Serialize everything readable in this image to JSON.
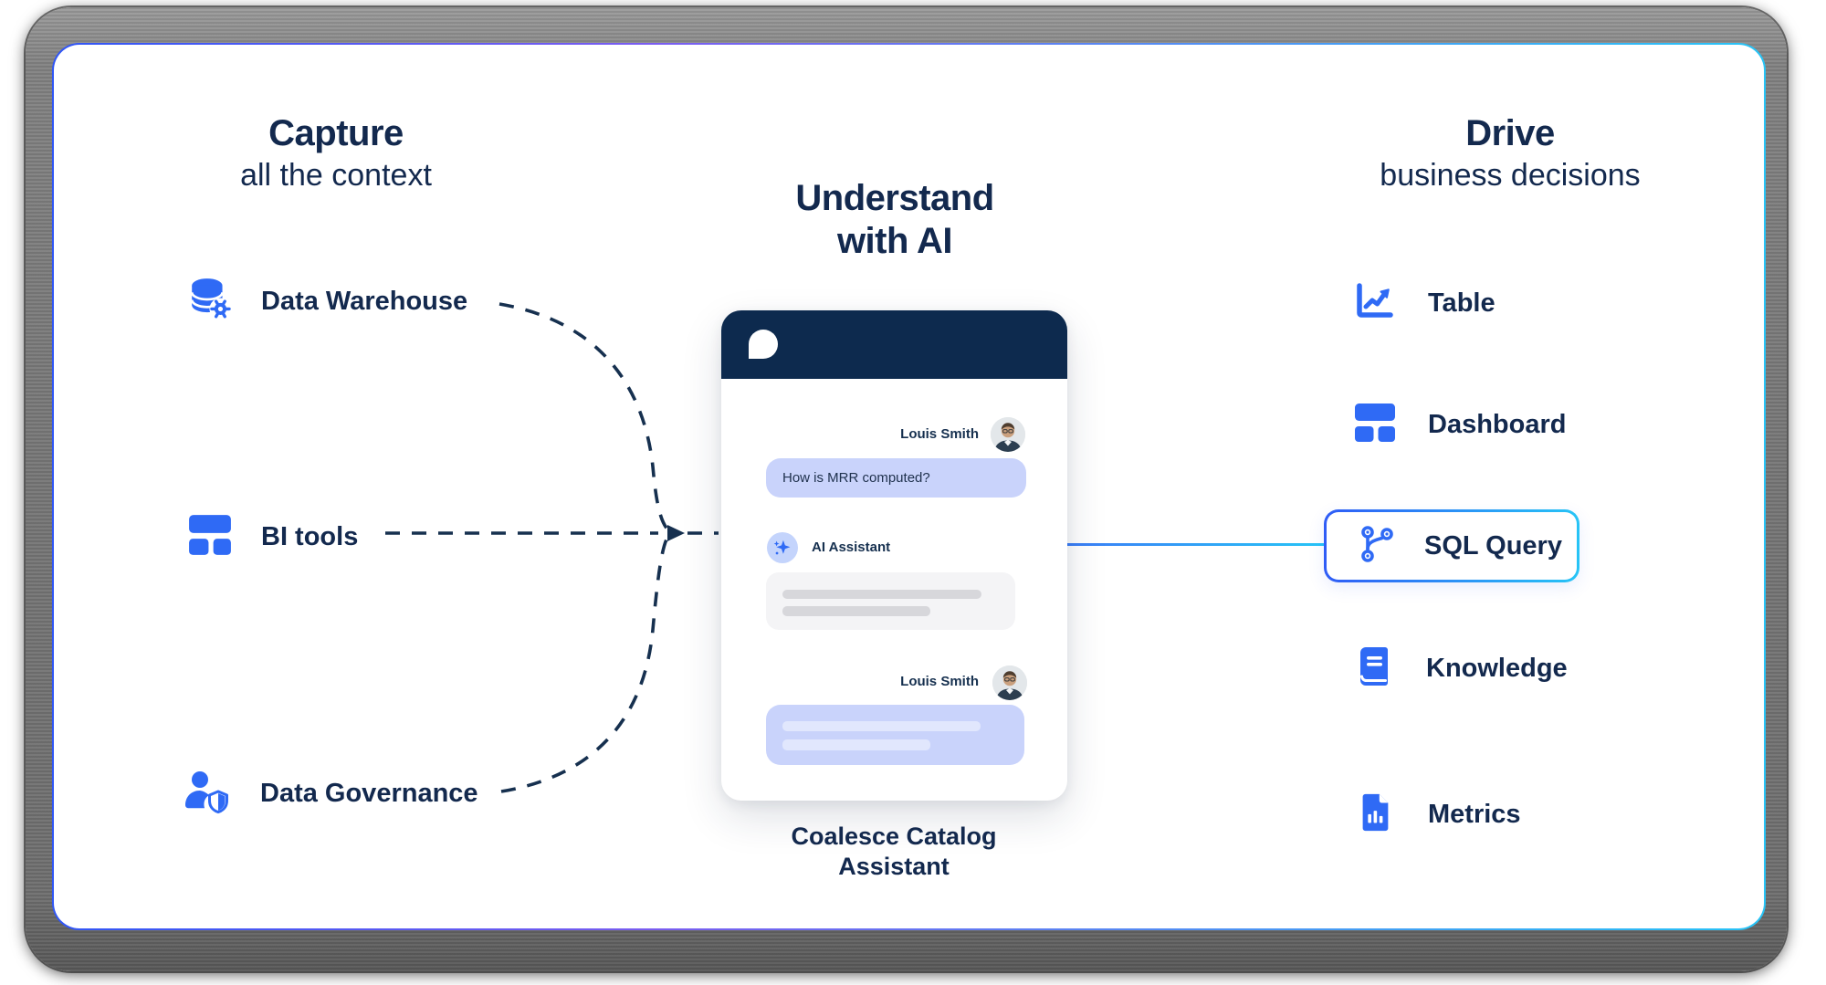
{
  "capture": {
    "heading_bold": "Capture",
    "heading_rest": "all the context",
    "items": [
      {
        "label": "Data Warehouse",
        "icon": "database-gear-icon"
      },
      {
        "label": "BI tools",
        "icon": "grid-layout-icon"
      },
      {
        "label": "Data Governance",
        "icon": "user-shield-icon"
      }
    ]
  },
  "understand": {
    "heading_line1": "Understand",
    "heading_line2": "with AI",
    "caption_line1": "Coalesce Catalog",
    "caption_line2": "Assistant"
  },
  "drive": {
    "heading_bold": "Drive",
    "heading_rest": "business decisions",
    "items": [
      {
        "label": "Table",
        "icon": "chart-line-icon",
        "highlighted": false
      },
      {
        "label": "Dashboard",
        "icon": "grid-layout-icon",
        "highlighted": false
      },
      {
        "label": "SQL Query",
        "icon": "git-branch-icon",
        "highlighted": true
      },
      {
        "label": "Knowledge",
        "icon": "book-icon",
        "highlighted": false
      },
      {
        "label": "Metrics",
        "icon": "doc-chart-icon",
        "highlighted": false
      }
    ]
  },
  "chat": {
    "user_name": "Louis Smith",
    "user_message": "How is MRR computed?",
    "assistant_name": "AI Assistant",
    "logo": "coalesce-droplet-logo"
  },
  "colors": {
    "accent_blue": "#2f6af5",
    "navy": "#13294e",
    "header_navy": "#0d2a4e",
    "cyan": "#27c4f6",
    "bubble_periwinkle": "#c9d3fb",
    "gray_bubble": "#f4f4f6"
  }
}
